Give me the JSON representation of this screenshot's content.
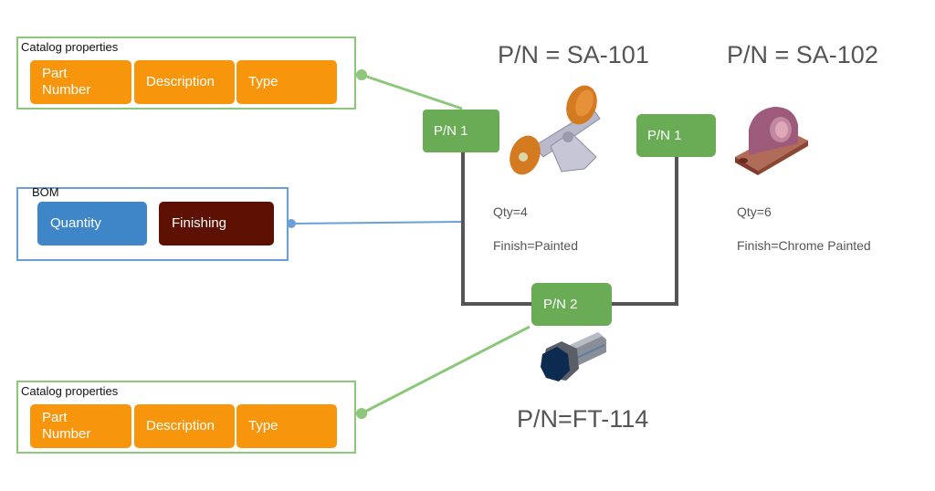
{
  "diagram": {
    "catalog_top": {
      "title": "Catalog properties",
      "properties": [
        "Part\nNumber",
        "Description",
        "Type"
      ]
    },
    "bom": {
      "title": "BOM",
      "properties": [
        "Quantity",
        "Finishing"
      ]
    },
    "catalog_bottom": {
      "title": "Catalog properties",
      "properties": [
        "Part\nNumber",
        "Description",
        "Type"
      ]
    },
    "nodes": {
      "left_parent": "P/N 1",
      "right_parent": "P/N 1",
      "child": "P/N 2"
    },
    "parts": {
      "sa101": {
        "label": "P/N = SA-101",
        "qty": "Qty=4",
        "finish": "Finish=Painted",
        "image": "skateboard-truck-icon"
      },
      "sa102": {
        "label": "P/N = SA-102",
        "qty": "Qty=6",
        "finish": "Finish=Chrome Painted",
        "image": "pillow-block-bearing-icon"
      },
      "ft114": {
        "label": "P/N=FT-114",
        "image": "hex-bolt-icon"
      }
    },
    "colors": {
      "catalog_border": "#8cc77a",
      "bom_border": "#6a9fd8",
      "catalog_property": "#f7960d",
      "quantity": "#3e86c8",
      "finishing": "#5e1003",
      "node": "#6aac55",
      "bom_link": "#555555"
    }
  }
}
